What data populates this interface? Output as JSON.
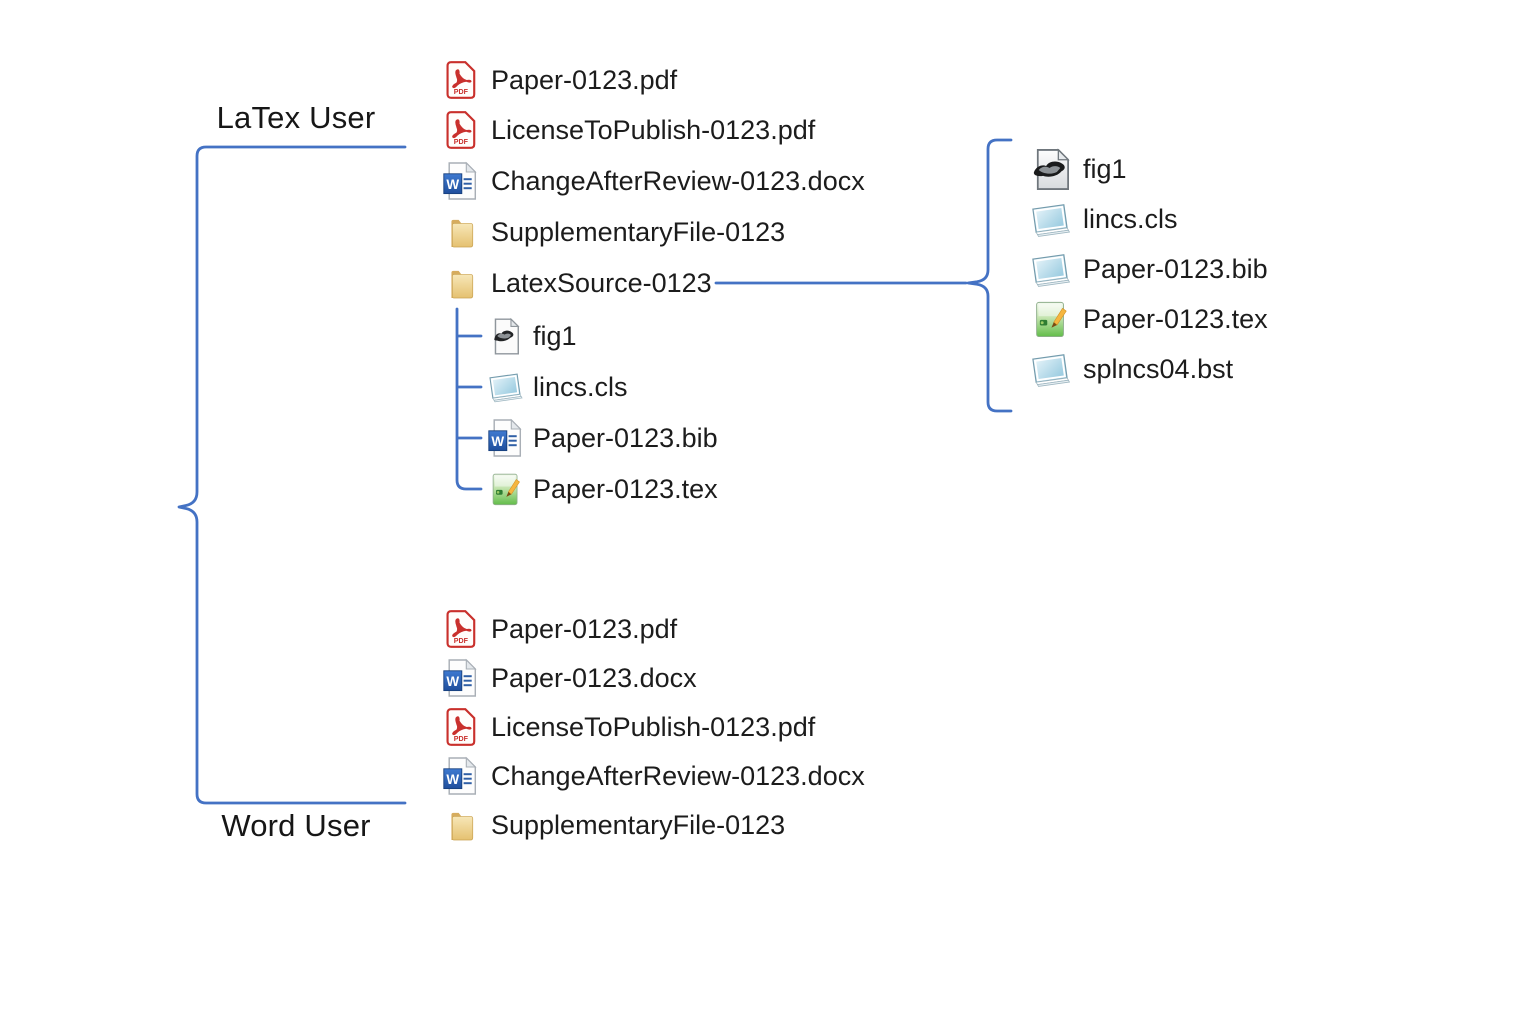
{
  "labels": {
    "latex_user": "LaTex User",
    "word_user": "Word User"
  },
  "latex_user_files": [
    {
      "name": "Paper-0123.pdf",
      "icon": "pdf-file-icon"
    },
    {
      "name": "LicenseToPublish-0123.pdf",
      "icon": "pdf-file-icon"
    },
    {
      "name": "ChangeAfterReview-0123.docx",
      "icon": "word-file-icon"
    },
    {
      "name": "SupplementaryFile-0123",
      "icon": "folder-icon"
    },
    {
      "name": "LatexSource-0123",
      "icon": "folder-icon"
    }
  ],
  "latex_source_children": [
    {
      "name": "fig1",
      "icon": "image-file-icon"
    },
    {
      "name": "lincs.cls",
      "icon": "notepad-file-icon"
    },
    {
      "name": "Paper-0123.bib",
      "icon": "word-file-icon"
    },
    {
      "name": "Paper-0123.tex",
      "icon": "tex-file-icon"
    }
  ],
  "latex_source_contents": [
    {
      "name": "fig1",
      "icon": "image-file-icon"
    },
    {
      "name": "lincs.cls",
      "icon": "notepad-file-icon"
    },
    {
      "name": "Paper-0123.bib",
      "icon": "notepad-file-icon"
    },
    {
      "name": "Paper-0123.tex",
      "icon": "tex-file-icon"
    },
    {
      "name": "splncs04.bst",
      "icon": "notepad-file-icon"
    }
  ],
  "word_user_files": [
    {
      "name": "Paper-0123.pdf",
      "icon": "pdf-file-icon"
    },
    {
      "name": "Paper-0123.docx",
      "icon": "word-file-icon"
    },
    {
      "name": "LicenseToPublish-0123.pdf",
      "icon": "pdf-file-icon"
    },
    {
      "name": "ChangeAfterReview-0123.docx",
      "icon": "word-file-icon"
    },
    {
      "name": "SupplementaryFile-0123",
      "icon": "folder-icon"
    }
  ],
  "colors": {
    "connector_blue": "#4472C4",
    "text": "#1c1c1c",
    "pdf_red": "#C9302C",
    "word_blue": "#2B579A",
    "folder_tan": "#E8C878",
    "notepad_blue": "#A8D4E4",
    "tex_green": "#66BF4E"
  }
}
